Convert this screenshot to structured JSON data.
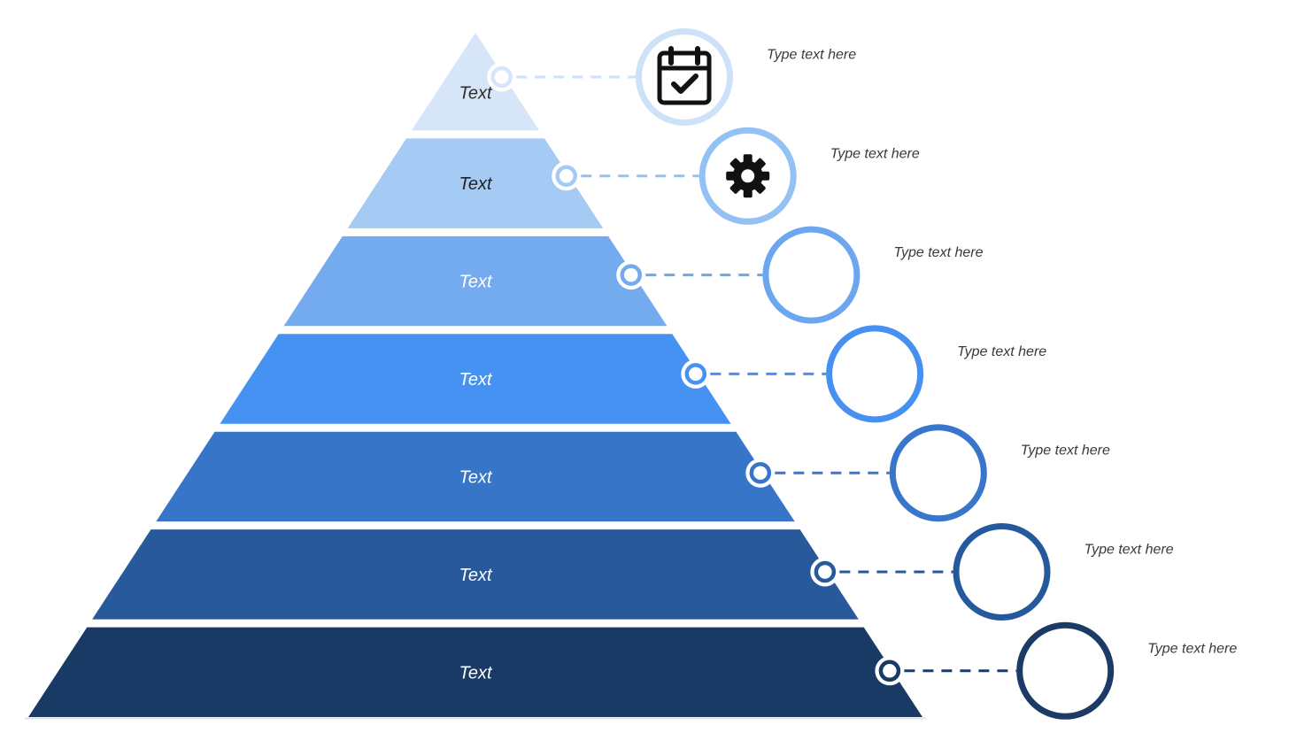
{
  "diagram": {
    "type": "pyramid-infographic",
    "background": "#FFFFFF",
    "icon_color": "#111111",
    "side_label_color": "#3A3A3A",
    "levels": [
      {
        "label": "Text",
        "side_label": "Type text here",
        "fill": "#D6E5F8",
        "accent": "#CDE1F9",
        "label_color": "#2E2E2E",
        "icon": "calendar-check-icon"
      },
      {
        "label": "Text",
        "side_label": "Type text here",
        "fill": "#A5CBF5",
        "accent": "#93C1F4",
        "label_color": "#222222",
        "icon": "gear-icon"
      },
      {
        "label": "Text",
        "side_label": "Type text here",
        "fill": "#74ABEE",
        "accent": "#6BA6EF",
        "label_color": "#FFFFFF",
        "icon": null
      },
      {
        "label": "Text",
        "side_label": "Type text here",
        "fill": "#4592F2",
        "accent": "#4590F0",
        "label_color": "#FFFFFF",
        "icon": null
      },
      {
        "label": "Text",
        "side_label": "Type text here",
        "fill": "#3675C8",
        "accent": "#3876CC",
        "label_color": "#FFFFFF",
        "icon": null
      },
      {
        "label": "Text",
        "side_label": "Type text here",
        "fill": "#285A9B",
        "accent": "#25599E",
        "label_color": "#FFFFFF",
        "icon": null
      },
      {
        "label": "Text",
        "side_label": "Type text here",
        "fill": "#1A3A66",
        "accent": "#1B3A66",
        "label_color": "#FFFFFF",
        "icon": null
      }
    ]
  }
}
